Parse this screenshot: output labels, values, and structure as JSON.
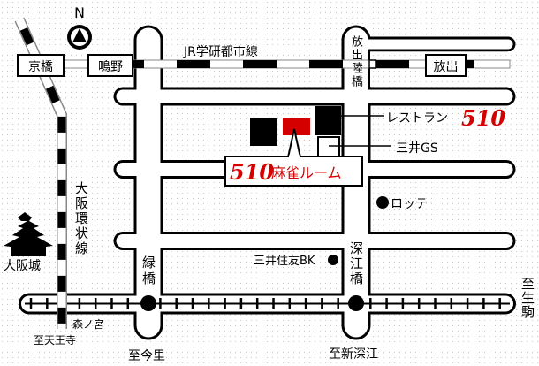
{
  "compass": {
    "label": "N"
  },
  "railways": {
    "jr_line": "JR学研都市線",
    "loop_line": "大阪環状線"
  },
  "stations": {
    "kyobashi": "京橋",
    "shigino": "鴫野",
    "hanaten": "放出",
    "morinomiya": "森ノ宮",
    "midoribashi": "緑橋",
    "fukaebashi": "深江橋"
  },
  "roads": {
    "hanaten_overpass": "放出陸橋"
  },
  "landmarks": {
    "castle": "大阪城",
    "restaurant_prefix": "レストラン",
    "restaurant_num": "510",
    "mahjong_num": "510",
    "mahjong_name": "麻雀ルーム",
    "gas_station": "三井GS",
    "lotte": "ロッテ",
    "bank": "三井住友BK"
  },
  "directions": {
    "tennoji": "至天王寺",
    "imazato": "至今里",
    "shinfukae": "至新深江",
    "ikoma": "至生駒"
  },
  "colors": {
    "accent": "#d40000",
    "ink": "#000000"
  }
}
